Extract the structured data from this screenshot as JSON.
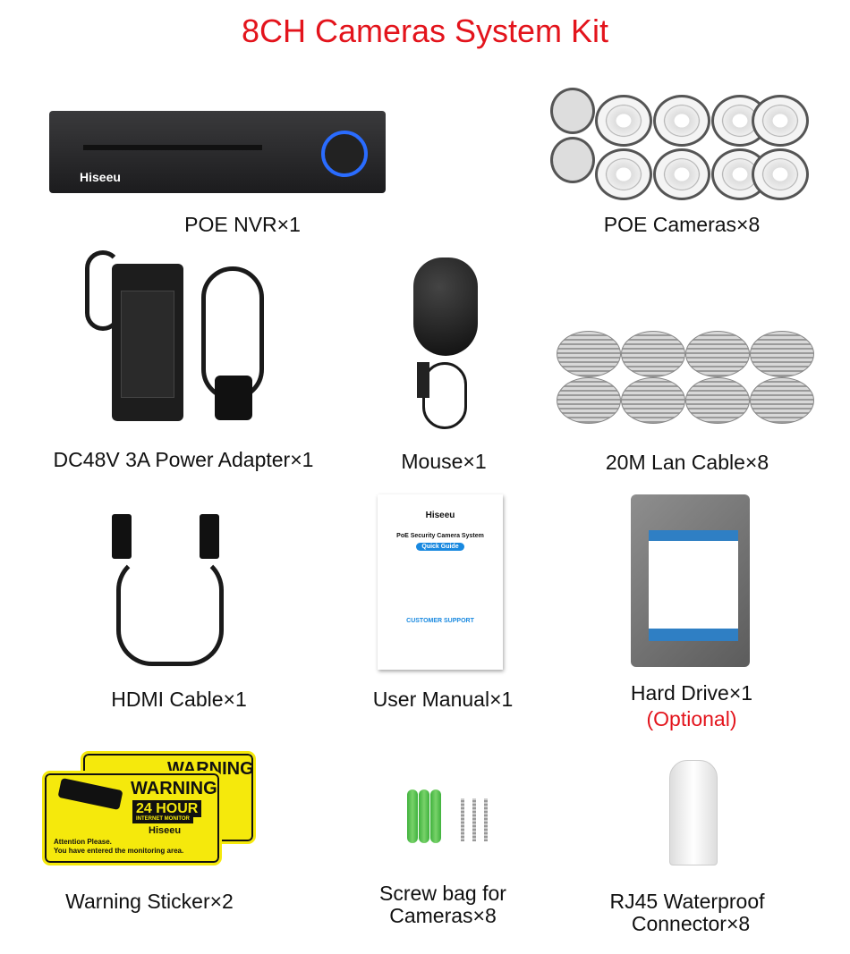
{
  "title": "8CH Cameras System Kit",
  "colors": {
    "accent": "#e3141c",
    "sticker_yellow": "#f5e90c",
    "manual_blue": "#1989e0"
  },
  "items": [
    {
      "label": "POE NVR×1",
      "image_text": {
        "brand": "Hiseeu"
      }
    },
    {
      "label": "POE Cameras×8"
    },
    {
      "label": "DC48V 3A Power Adapter×1"
    },
    {
      "label": "Mouse×1"
    },
    {
      "label": "20M Lan Cable×8"
    },
    {
      "label": "HDMI Cable×1"
    },
    {
      "label": "User Manual×1",
      "image_text": {
        "brand": "Hiseeu",
        "heading": "PoE Security Camera System",
        "badge": "Quick Guide",
        "support": "CUSTOMER SUPPORT"
      }
    },
    {
      "label": "Hard Drive×1",
      "note": "(Optional)"
    },
    {
      "label": "Warning Sticker×2",
      "image_text": {
        "warning": "WARNING",
        "hours": "24 HOUR",
        "monitor": "INTERNET MONITOR",
        "brand": "Hiseeu",
        "notice_1": "Attention Please.",
        "notice_2": "You have entered the monitoring area."
      }
    },
    {
      "label_1": "Screw bag for",
      "label_2": "Cameras×8"
    },
    {
      "label_1": "RJ45 Waterproof",
      "label_2": "Connector×8"
    }
  ]
}
